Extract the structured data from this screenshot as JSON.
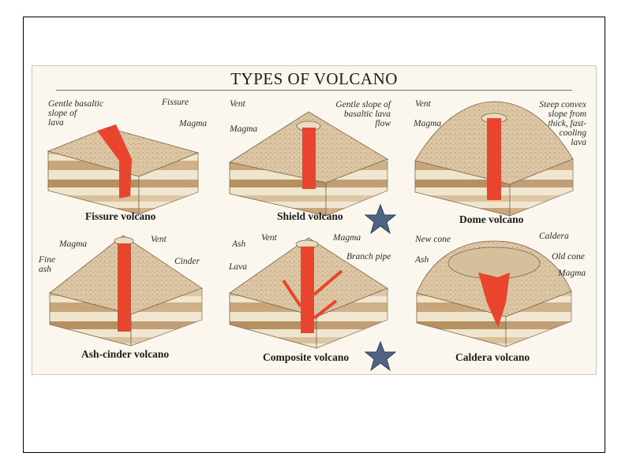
{
  "title": "TYPES OF VOLCANO",
  "panels": {
    "fissure": {
      "caption": "Fissure volcano",
      "labels": {
        "gentle": "Gentle basaltic\nslope of\nlava",
        "fissure": "Fissure",
        "magma": "Magma"
      }
    },
    "shield": {
      "caption": "Shield volcano",
      "labels": {
        "vent": "Vent",
        "magma": "Magma",
        "gentle": "Gentle slope of\nbasaltic lava\nflow"
      }
    },
    "dome": {
      "caption": "Dome volcano",
      "labels": {
        "vent": "Vent",
        "magma": "Magma",
        "steep": "Steep convex\nslope from\nthick, fast-\ncooling\nlava"
      }
    },
    "ash_cinder": {
      "caption": "Ash-cinder volcano",
      "labels": {
        "magma": "Magma",
        "vent": "Vent",
        "fine_ash": "Fine\nash",
        "cinder": "Cinder"
      }
    },
    "composite": {
      "caption": "Composite volcano",
      "labels": {
        "ash": "Ash",
        "vent": "Vent",
        "magma": "Magma",
        "lava": "Lava",
        "branch_pipe": "Branch pipe"
      }
    },
    "caldera": {
      "caption": "Caldera volcano",
      "labels": {
        "new_cone": "New cone",
        "caldera": "Caldera",
        "ash": "Ash",
        "old_cone": "Old cone",
        "magma": "Magma"
      }
    }
  },
  "colors": {
    "magma": "#e8442e",
    "star": "#4f6485",
    "rock_top": "#dcc6a4",
    "layer_dark": "#b08a5a",
    "layer_light": "#efe4cc"
  },
  "icons": [
    "star-icon",
    "star-icon"
  ]
}
